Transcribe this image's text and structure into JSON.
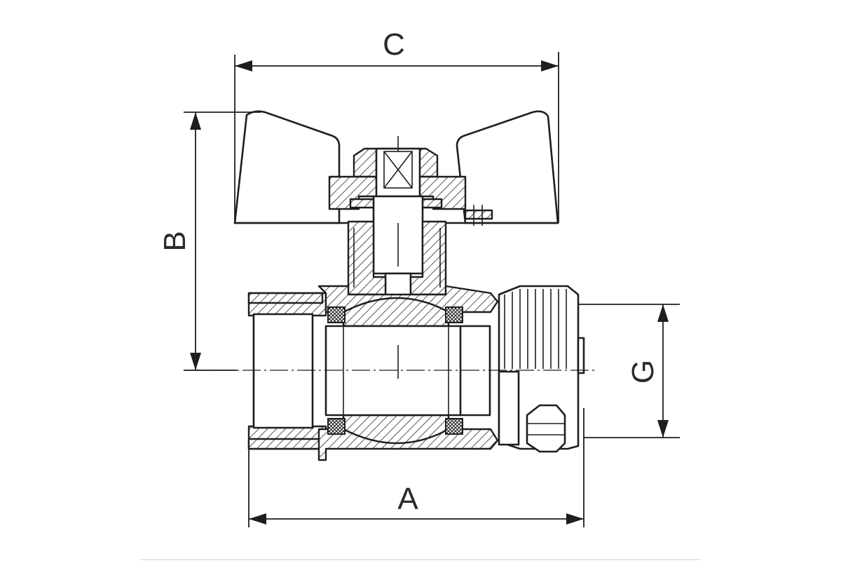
{
  "dimensions": {
    "A": "A",
    "B": "B",
    "C": "C",
    "G": "G"
  }
}
